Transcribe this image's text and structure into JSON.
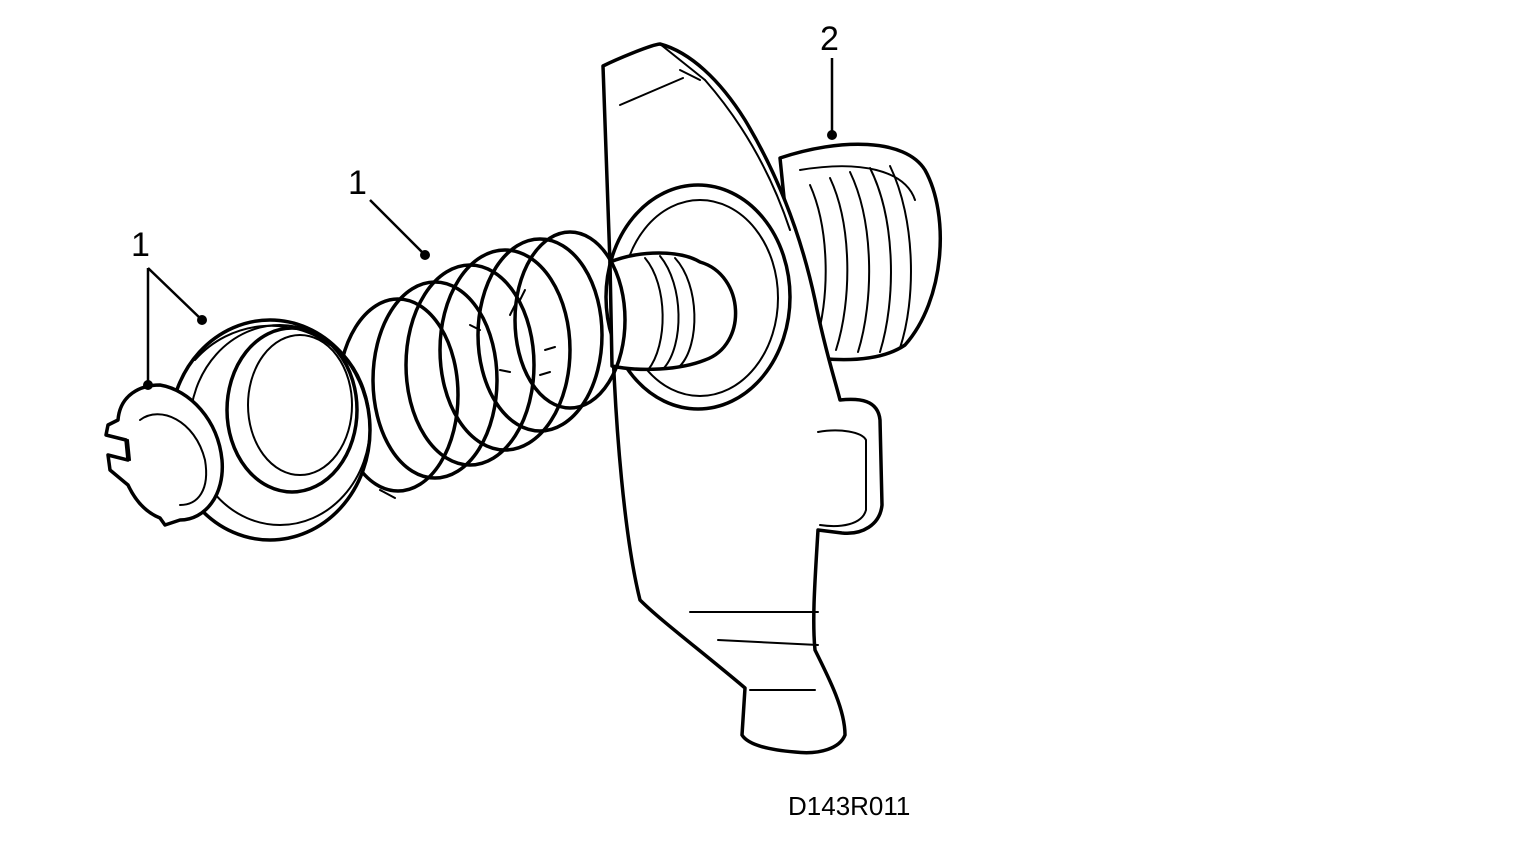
{
  "callouts": {
    "part1_clip": "1",
    "part1_spring": "1",
    "part2_lever": "2"
  },
  "drawing_code": "D143R011"
}
